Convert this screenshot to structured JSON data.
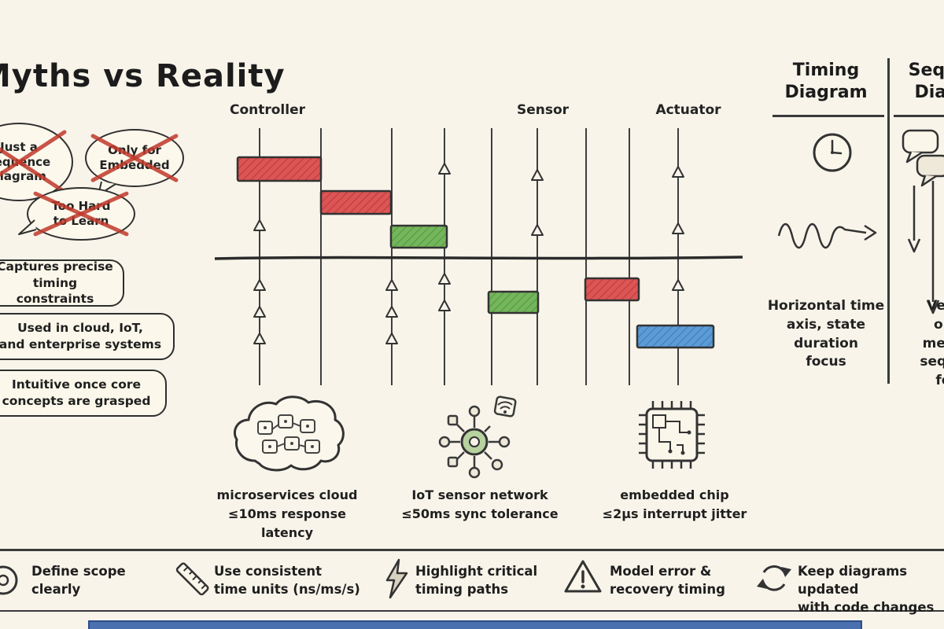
{
  "colors": {
    "background": "#f8f4ea",
    "ink": "#2e2e2e",
    "state_red": "#dd5555",
    "state_green": "#74b65b",
    "state_blue": "#5b9bd8",
    "myth_cross": "#c0392b",
    "footer_bar_blue": "#4a70b0"
  },
  "header": {
    "title": "Myths vs Reality"
  },
  "myths": [
    {
      "label": "Just a\nsequence\ndiagram"
    },
    {
      "label": "Only for\nEmbedded"
    },
    {
      "label": "Too Hard\nto Learn"
    }
  ],
  "realities": [
    {
      "label": "Captures precise\ntiming constraints"
    },
    {
      "label": "Used in cloud, IoT,\nand enterprise systems"
    },
    {
      "label": "Intuitive once core\nconcepts are grasped"
    }
  ],
  "timing_diagram": {
    "lifelines": [
      {
        "label": "Controller"
      },
      {
        "label": "Sensor"
      },
      {
        "label": "Actuator"
      }
    ],
    "state_colors": [
      "red",
      "red",
      "green",
      "green",
      "red",
      "blue"
    ]
  },
  "examples": [
    {
      "icon": "cloud-microservices-icon",
      "caption": "microservices cloud\n≤10ms response latency"
    },
    {
      "icon": "iot-network-icon",
      "caption": "IoT sensor network\n≤50ms sync tolerance"
    },
    {
      "icon": "embedded-chip-icon",
      "caption": "embedded chip\n≤2μs interrupt jitter"
    }
  ],
  "comparison": {
    "timing": {
      "title": "Timing\nDiagram",
      "icons": [
        "clock-icon",
        "waveform-icon"
      ],
      "description": "Horizontal time\naxis, state\nduration\nfocus"
    },
    "sequence": {
      "title": "Sequence\nDiagram",
      "icons": [
        "chat-bubbles-icon",
        "down-arrows-icon"
      ],
      "description": "Vertical\norder,\nmessage\nsequence\nfocus"
    }
  },
  "tips": [
    {
      "icon": "scope-icon",
      "text": "Define scope\nclearly"
    },
    {
      "icon": "ruler-icon",
      "text": "Use consistent\ntime units (ns/ms/s)"
    },
    {
      "icon": "lightning-icon",
      "text": "Highlight critical\ntiming paths"
    },
    {
      "icon": "warning-icon",
      "text": "Model error &\nrecovery timing"
    },
    {
      "icon": "refresh-icon",
      "text": "Keep diagrams updated\nwith code changes"
    }
  ]
}
